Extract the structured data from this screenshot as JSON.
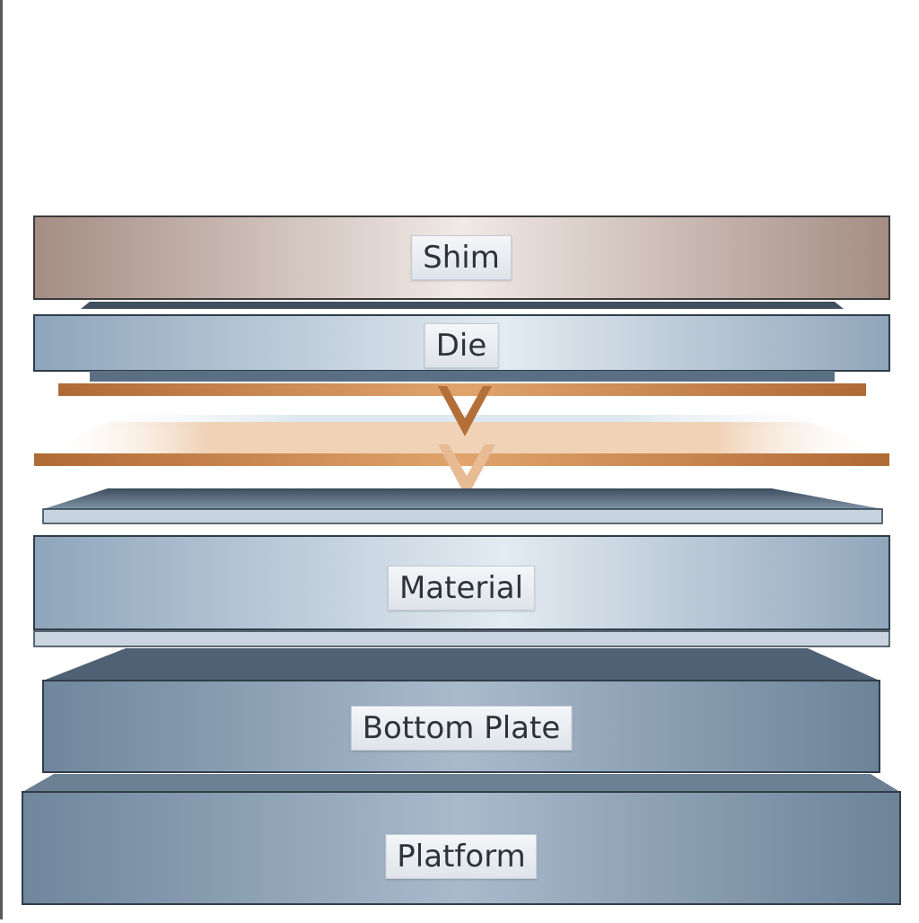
{
  "diagram": {
    "layers": [
      {
        "id": "shim",
        "label": "Shim"
      },
      {
        "id": "die",
        "label": "Die"
      },
      {
        "id": "material",
        "label": "Material"
      },
      {
        "id": "bottom_plate",
        "label": "Bottom Plate"
      },
      {
        "id": "platform",
        "label": "Platform"
      }
    ]
  },
  "colors": {
    "shim": "#c9b6ad",
    "steel_light": "#c9d6e2",
    "steel_mid": "#8fa3b7",
    "steel_dark": "#5f7489",
    "copper": "#c5824a",
    "copper_light": "#e6b98f"
  }
}
